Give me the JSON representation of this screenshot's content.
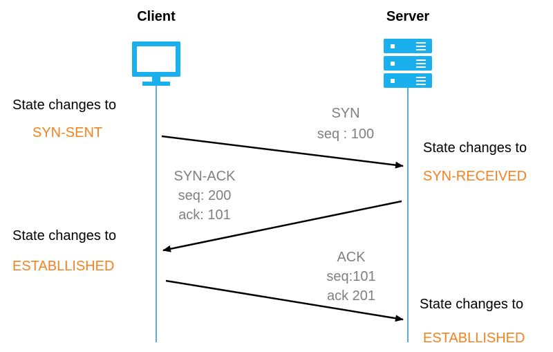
{
  "actors": {
    "client": {
      "title": "Client"
    },
    "server": {
      "title": "Server"
    }
  },
  "messages": [
    {
      "label": "SYN",
      "fields": [
        "seq : 100"
      ]
    },
    {
      "label": "SYN-ACK",
      "fields": [
        "seq: 200",
        "ack: 101"
      ]
    },
    {
      "label": "ACK",
      "fields": [
        "seq:101",
        "ack 201"
      ]
    }
  ],
  "states": {
    "client_1": {
      "prefix": "State changes to",
      "value": "SYN-SENT"
    },
    "server_1": {
      "prefix": "State changes to",
      "value": "SYN-RECEIVED"
    },
    "client_2": {
      "prefix": "State changes to",
      "value": "ESTABLLISHED"
    },
    "server_2": {
      "prefix": "State changes to",
      "value": "ESTABLLISHED"
    }
  },
  "colors": {
    "lifeline": "#5AA9E8",
    "icon": "#1AB0EE",
    "state_value": "#F58220",
    "message_text": "#7F7F7F",
    "arrow": "#000000"
  },
  "icons": {
    "client": "monitor-icon",
    "server": "server-icon"
  }
}
